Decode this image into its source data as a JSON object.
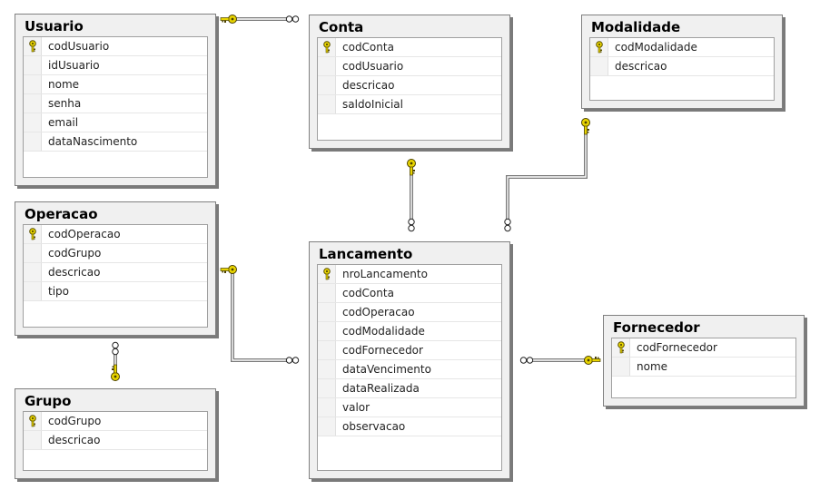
{
  "tables": {
    "usuario": {
      "name": "Usuario",
      "columns": [
        {
          "name": "codUsuario",
          "pk": true
        },
        {
          "name": "idUsuario",
          "pk": false
        },
        {
          "name": "nome",
          "pk": false
        },
        {
          "name": "senha",
          "pk": false
        },
        {
          "name": "email",
          "pk": false
        },
        {
          "name": "dataNascimento",
          "pk": false
        }
      ]
    },
    "conta": {
      "name": "Conta",
      "columns": [
        {
          "name": "codConta",
          "pk": true
        },
        {
          "name": "codUsuario",
          "pk": false
        },
        {
          "name": "descricao",
          "pk": false
        },
        {
          "name": "saldoInicial",
          "pk": false
        }
      ]
    },
    "modalidade": {
      "name": "Modalidade",
      "columns": [
        {
          "name": "codModalidade",
          "pk": true
        },
        {
          "name": "descricao",
          "pk": false
        }
      ]
    },
    "operacao": {
      "name": "Operacao",
      "columns": [
        {
          "name": "codOperacao",
          "pk": true
        },
        {
          "name": "codGrupo",
          "pk": false
        },
        {
          "name": "descricao",
          "pk": false
        },
        {
          "name": "tipo",
          "pk": false
        }
      ]
    },
    "grupo": {
      "name": "Grupo",
      "columns": [
        {
          "name": "codGrupo",
          "pk": true
        },
        {
          "name": "descricao",
          "pk": false
        }
      ]
    },
    "lancamento": {
      "name": "Lancamento",
      "columns": [
        {
          "name": "nroLancamento",
          "pk": true
        },
        {
          "name": "codConta",
          "pk": false
        },
        {
          "name": "codOperacao",
          "pk": false
        },
        {
          "name": "codModalidade",
          "pk": false
        },
        {
          "name": "codFornecedor",
          "pk": false
        },
        {
          "name": "dataVencimento",
          "pk": false
        },
        {
          "name": "dataRealizada",
          "pk": false
        },
        {
          "name": "valor",
          "pk": false
        },
        {
          "name": "observacao",
          "pk": false
        }
      ]
    },
    "fornecedor": {
      "name": "Fornecedor",
      "columns": [
        {
          "name": "codFornecedor",
          "pk": true
        },
        {
          "name": "nome",
          "pk": false
        }
      ]
    }
  },
  "relationships": [
    {
      "one": "usuario",
      "many": "conta"
    },
    {
      "one": "conta",
      "many": "lancamento"
    },
    {
      "one": "modalidade",
      "many": "lancamento"
    },
    {
      "one": "operacao",
      "many": "lancamento"
    },
    {
      "one": "grupo",
      "many": "operacao"
    },
    {
      "one": "fornecedor",
      "many": "lancamento"
    }
  ],
  "colors": {
    "key_icon": "#e8d400",
    "connector": "#7a7a7a",
    "header_bg": "#f0f0f0"
  }
}
